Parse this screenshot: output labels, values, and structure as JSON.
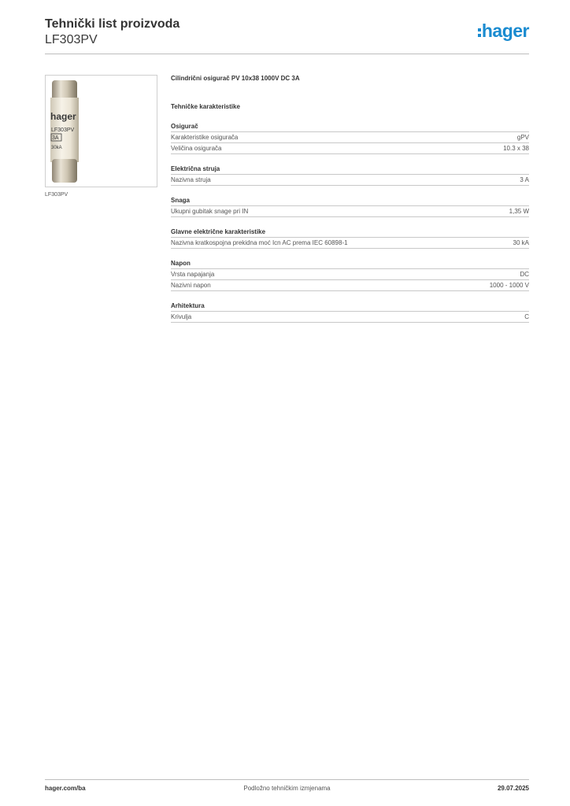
{
  "header": {
    "title": "Tehnički list proizvoda",
    "subtitle": "LF303PV",
    "logo": "hager"
  },
  "product": {
    "caption": "LF303PV",
    "name": "Cilindrični osigurač PV 10x38 1000V DC 3A",
    "specs_heading": "Tehničke karakteristike",
    "fuse_print": {
      "brand": "hager",
      "code": "LF303PV",
      "rating": "3A",
      "breaking": "30kA"
    }
  },
  "sections": [
    {
      "title": "Osigurač",
      "rows": [
        {
          "label": "Karakteristike osigurača",
          "value": "gPV"
        },
        {
          "label": "Veličina osigurača",
          "value": "10.3 x 38"
        }
      ]
    },
    {
      "title": "Električna struja",
      "rows": [
        {
          "label": "Nazivna struja",
          "value": "3 A"
        }
      ]
    },
    {
      "title": "Snaga",
      "rows": [
        {
          "label": "Ukupni gubitak snage pri IN",
          "value": "1,35 W"
        }
      ]
    },
    {
      "title": "Glavne električne karakteristike",
      "rows": [
        {
          "label": "Nazivna kratkospojna prekidna moć Icn AC prema IEC 60898-1",
          "value": "30 kA"
        }
      ]
    },
    {
      "title": "Napon",
      "rows": [
        {
          "label": "Vrsta napajanja",
          "value": "DC"
        },
        {
          "label": "Nazivni napon",
          "value": "1000 - 1000 V"
        }
      ]
    },
    {
      "title": "Arhitektura",
      "rows": [
        {
          "label": "Krivulja",
          "value": "C"
        }
      ]
    }
  ],
  "footer": {
    "website": "hager.com/ba",
    "notice": "Podložno tehničkim izmjenama",
    "date": "29.07.2025"
  },
  "colors": {
    "brand": "#1a8bd0",
    "rule": "#c8c8c8"
  }
}
